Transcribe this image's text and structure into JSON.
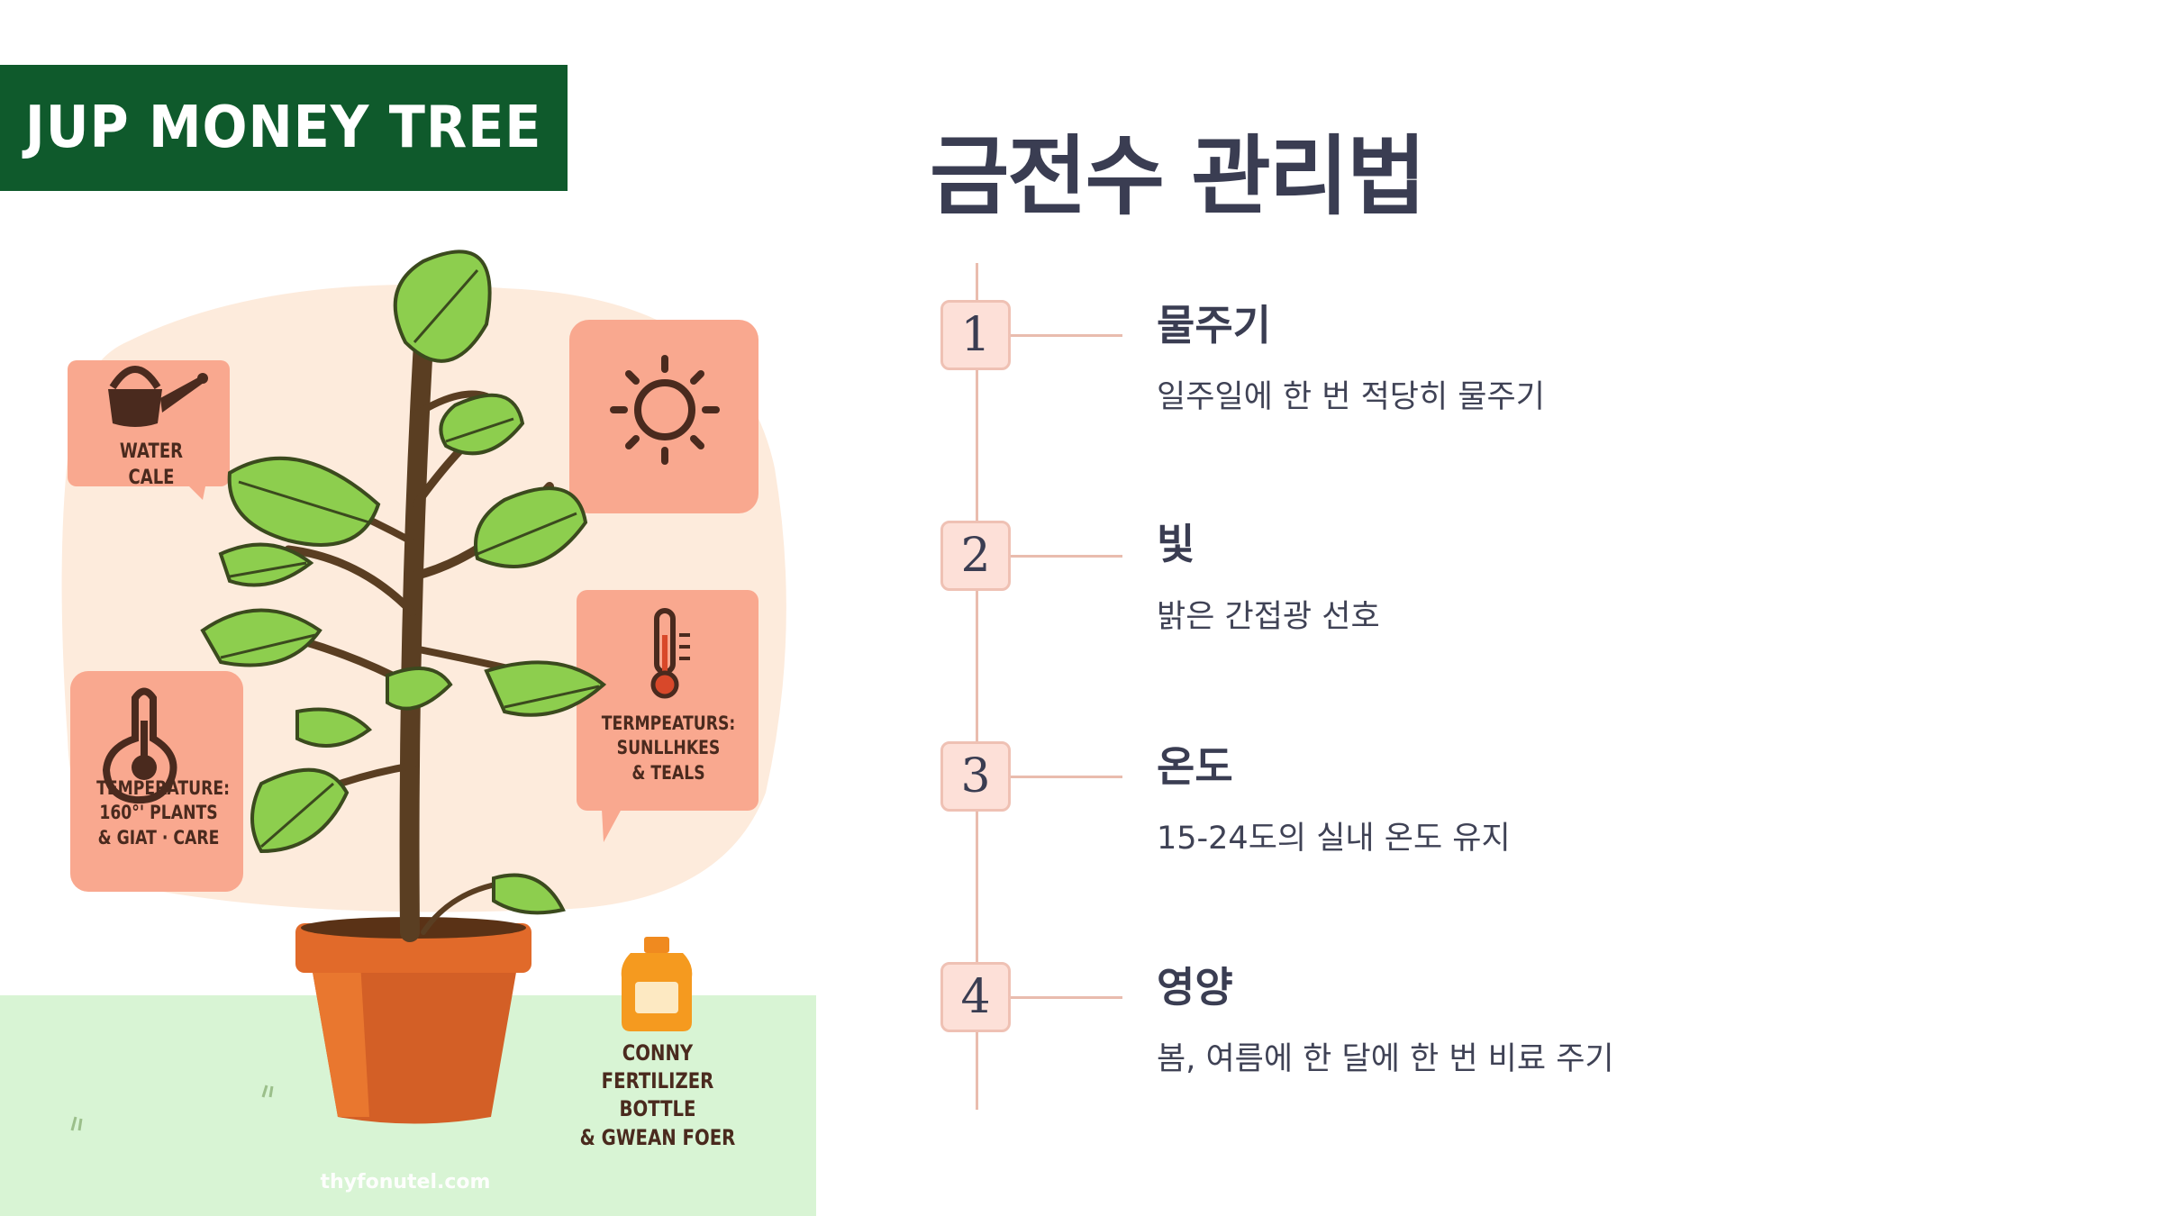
{
  "illustration": {
    "banner_title": "JUP MONEY TREE",
    "labels": {
      "water": "WATER CALE",
      "temp_left_line1": "TEMPERATURE:",
      "temp_left_line2": "160°' PLANTS",
      "temp_left_line3": "& GIAT · CARE",
      "temp_right_line1": "TERMPEATURS:",
      "temp_right_line2": "SUNLLHKES",
      "temp_right_line3": "& TEALS",
      "fert_line1": "CONNY",
      "fert_line2": "FERTILIZER BOTTLE",
      "fert_line3": "& GWEAN FOER"
    },
    "footer_url": "thyfonutel.com",
    "icons": [
      "watering-can-icon",
      "sun-icon",
      "thermometer-icon",
      "fertilizer-bottle-icon",
      "money-tree-plant",
      "pot"
    ],
    "colors": {
      "banner_bg": "#0f5a2c",
      "card_bg": "#f9a88f",
      "blob_bg": "#fdebdc",
      "ground": "#d8f4d4",
      "leaf": "#8dce4e",
      "pot": "#d35f26"
    }
  },
  "guide": {
    "title": "금전수 관리법",
    "steps": [
      {
        "num": "1",
        "title": "물주기",
        "desc": "일주일에 한 번 적당히 물주기"
      },
      {
        "num": "2",
        "title": "빛",
        "desc": "밝은 간접광 선호"
      },
      {
        "num": "3",
        "title": "온도",
        "desc": "15-24도의 실내 온도 유지"
      },
      {
        "num": "4",
        "title": "영양",
        "desc": "봄, 여름에 한 달에 한 번 비료 주기"
      }
    ],
    "colors": {
      "title_text": "#3a3d52",
      "timeline": "#e9bcae",
      "num_box_bg": "#fde0d8",
      "num_box_border": "#efc1b4"
    }
  }
}
